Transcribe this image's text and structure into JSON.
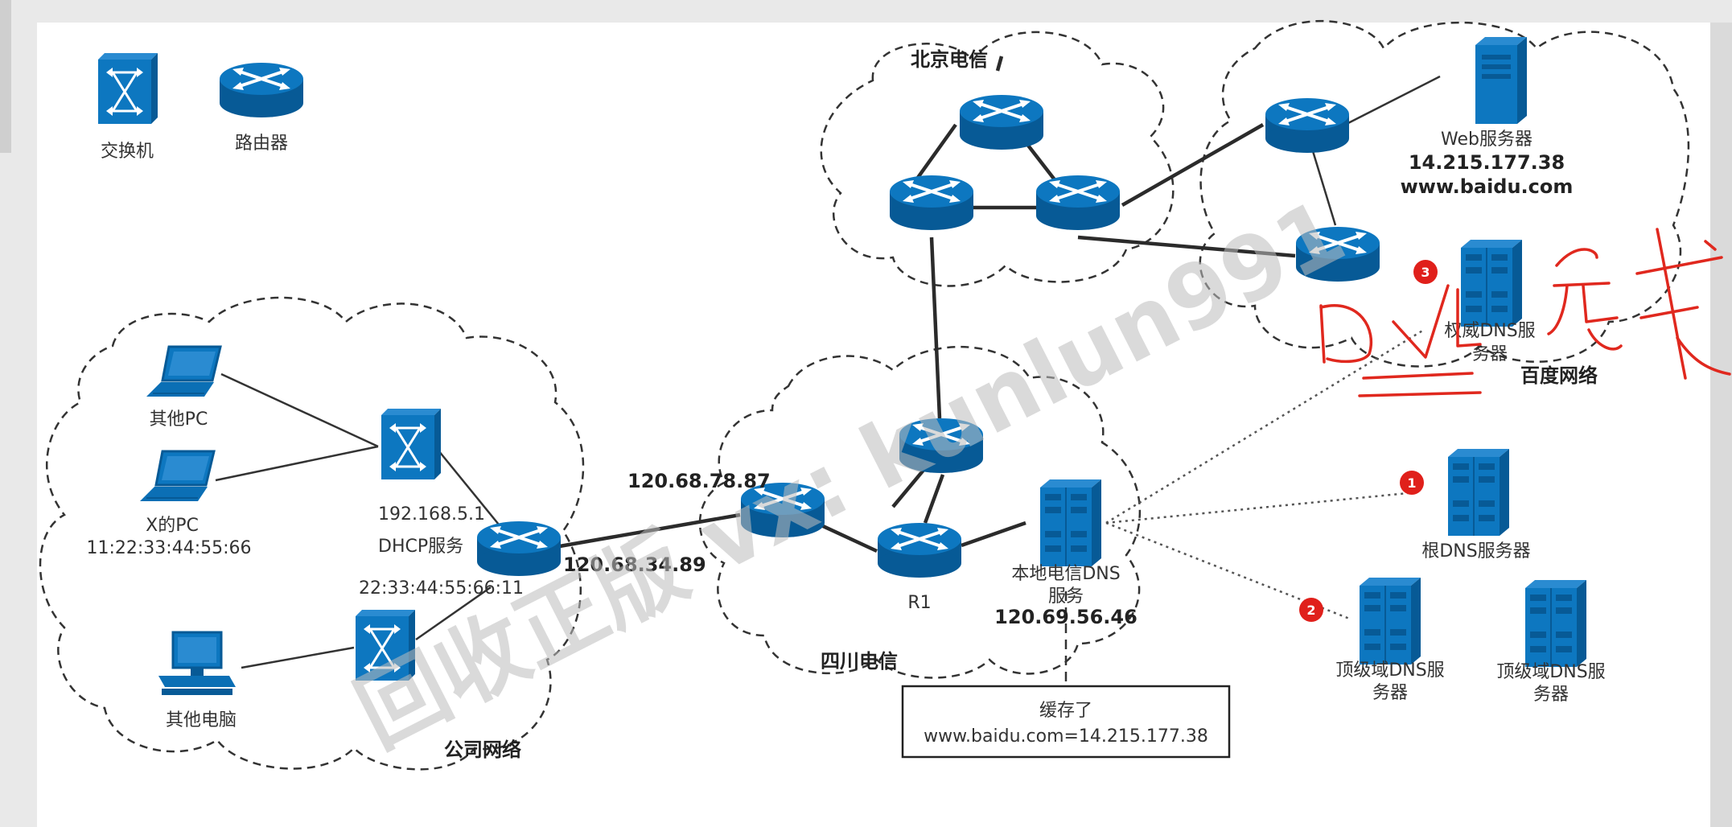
{
  "legend": {
    "switch": "交换机",
    "router": "路由器"
  },
  "regions": {
    "beijing": "北京电信",
    "baidu": "百度网络",
    "company": "公司网络",
    "sichuan": "四川电信"
  },
  "pcs": {
    "other_pc": "其他PC",
    "x_pc": "X的PC",
    "x_mac": "11:22:33:44:55:66",
    "other_computer": "其他电脑"
  },
  "gateway": {
    "ip": "192.168.5.1",
    "service": "DHCP服务",
    "mac": "22:33:44:55:66:11",
    "wan_ip": "120.68.34.89"
  },
  "sichuan": {
    "edge_ip": "120.68.78.87",
    "r1": "R1",
    "local_dns_line1": "本地电信DNS",
    "local_dns_line2": "服务",
    "local_dns_ip": "120.69.56.46"
  },
  "cache": {
    "line1": "缓存了",
    "line2": "www.baidu.com=14.215.177.38"
  },
  "baidu": {
    "web_label": "Web服务器",
    "web_ip": "14.215.177.38",
    "web_domain": "www.baidu.com",
    "auth_dns_line1": "权威DNS服",
    "auth_dns_line2": "务器"
  },
  "servers": {
    "root_dns": "根DNS服务器",
    "tld_dns1_line1": "顶级域DNS服",
    "tld_dns1_line2": "务器",
    "tld_dns2_line1": "顶级域DNS服",
    "tld_dns2_line2": "务器"
  },
  "badges": [
    "1",
    "2",
    "3"
  ],
  "watermark": "回收正版 vx: kunlun991",
  "colors": {
    "device": "#0b6fb5",
    "device_dark": "#075a96",
    "badge": "#e0201b",
    "handwriting": "#e0281e"
  }
}
